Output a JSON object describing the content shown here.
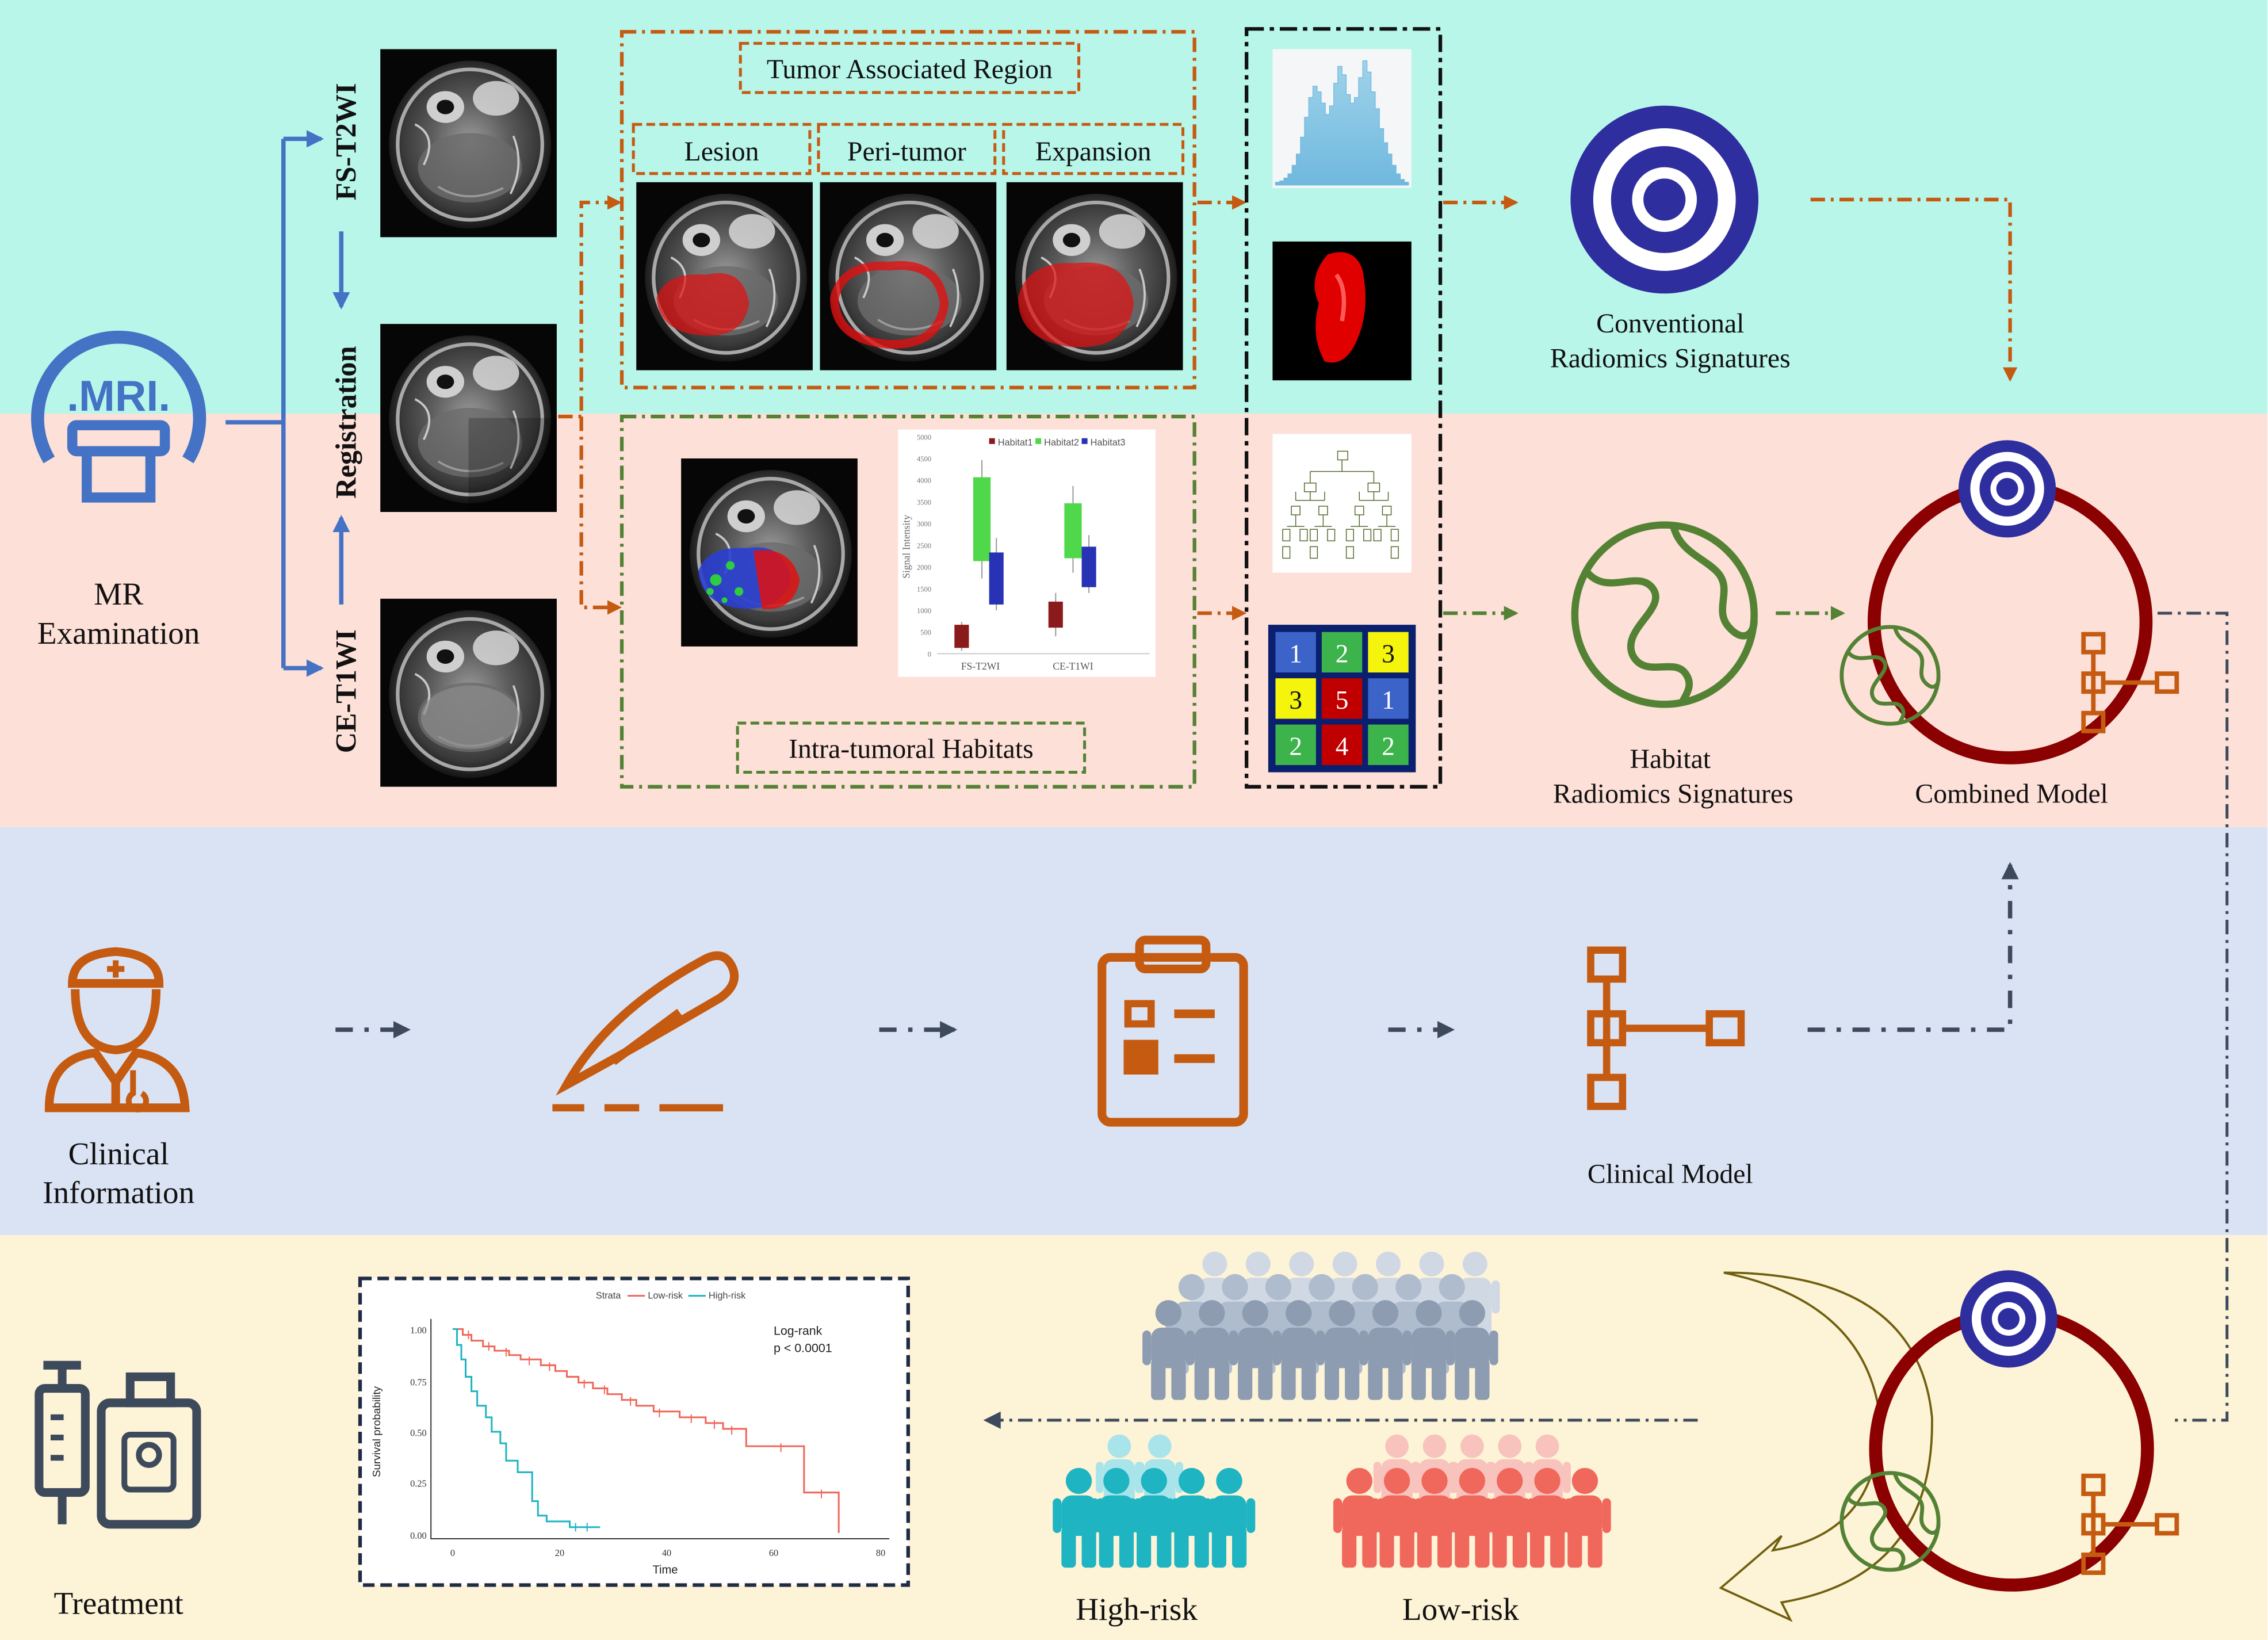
{
  "colors": {
    "band_teal": "#b8f6ea",
    "band_pink": "#fde0d8",
    "band_blue": "#dae3f3",
    "band_yellow": "#fdf3d7",
    "mri_blue": "#4472c4",
    "orange": "#c55a11",
    "green": "#548235",
    "navy": "#2e2e9e",
    "dark_red": "#8b0000",
    "slate": "#3d4a5c",
    "teal_high": "#1fb4c2",
    "salmon_low": "#f0675c"
  },
  "icons": {
    "mri": "mri-scanner-icon",
    "target": "target-icon",
    "globe": "habitat-globe-icon",
    "doctor": "doctor-icon",
    "scalpel": "scalpel-icon",
    "clipboard": "clipboard-icon",
    "tree": "tree-network-icon",
    "medicine": "syringe-bottle-icon"
  },
  "mri": {
    "logo_text": ".MRI.",
    "caption_line1": "MR",
    "caption_line2": "Examination"
  },
  "sequences": {
    "top": "FS-T2WI",
    "middle": "Registration",
    "bottom": "CE-T1WI"
  },
  "tumor_region": {
    "title": "Tumor Associated Region",
    "labels": [
      "Lesion",
      "Peri-tumor",
      "Expansion"
    ]
  },
  "habitats": {
    "title": "Intra-tumoral Habitats"
  },
  "boxplot": {
    "legend": [
      "Habitat1",
      "Habitat2",
      "Habitat3"
    ],
    "y_label": "Signal Intensity",
    "y_ticks": [
      "5000",
      "4500",
      "4000",
      "3500",
      "3000",
      "2500",
      "2000",
      "1500",
      "1000",
      "500",
      "0"
    ],
    "x_labels": [
      "FS-T2WI",
      "CE-T1WI"
    ]
  },
  "feature_grid": {
    "cells": [
      "1",
      "2",
      "3",
      "3",
      "5",
      "1",
      "2",
      "4",
      "2"
    ]
  },
  "signatures": {
    "conventional_line1": "Conventional",
    "conventional_line2": "Radiomics Signatures",
    "habitat_line1": "Habitat",
    "habitat_line2": "Radiomics Signatures",
    "combined": "Combined Model"
  },
  "clinical": {
    "info_line1": "Clinical",
    "info_line2": "Information",
    "model": "Clinical Model"
  },
  "bottom": {
    "treatment": "Treatment",
    "high_risk": "High-risk",
    "low_risk": "Low-risk"
  },
  "km_plot": {
    "legend_title": "Strata",
    "legend_low": "Low-risk",
    "legend_high": "High-risk",
    "annotation_line1": "Log-rank",
    "annotation_line2": "p < 0.0001",
    "y_label": "Survival probability",
    "x_label": "Time",
    "y_ticks": [
      "1.00",
      "0.75",
      "0.50",
      "0.25",
      "0.00"
    ],
    "x_ticks": [
      "0",
      "20",
      "40",
      "60",
      "80"
    ]
  }
}
